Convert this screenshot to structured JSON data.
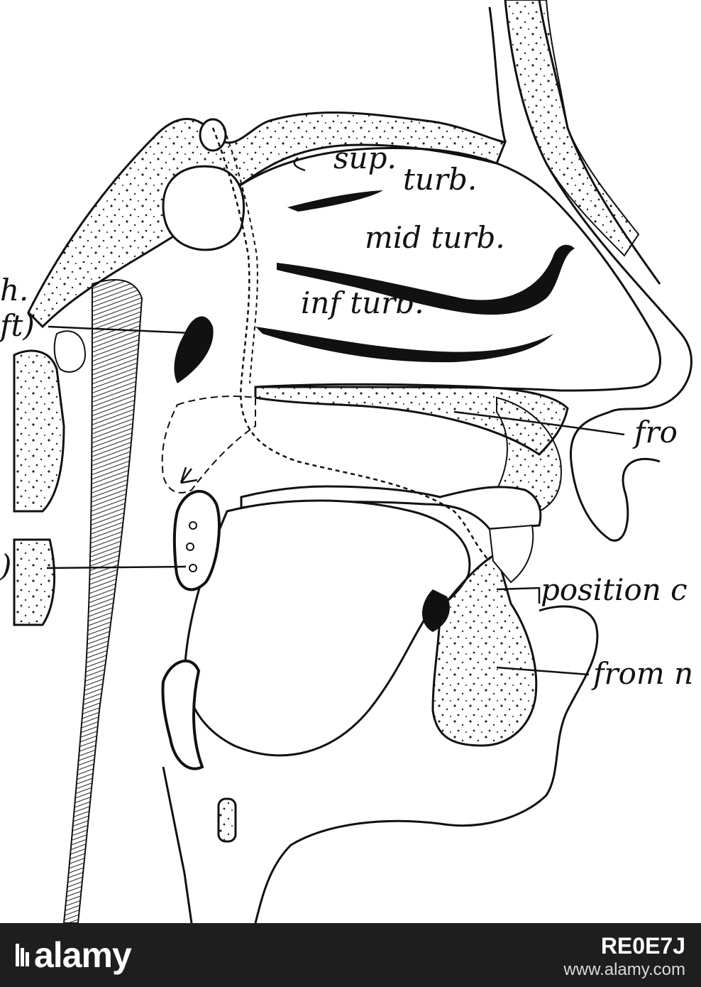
{
  "diagram": {
    "labels": {
      "sup": "sup.",
      "turb_sup": "turb.",
      "mid_turb": "mid turb.",
      "inf_turb": "inf turb.",
      "ph_fragment": "h.",
      "ft_fragment": "ft)",
      "paren_fragment": ")",
      "fro_fragment": "fro",
      "position_fragment": "position c",
      "from_m_fragment": "from n"
    }
  },
  "footer": {
    "logo": "alamy",
    "image_id": "RE0E7J",
    "url": "www.alamy.com"
  },
  "colors": {
    "ink": "#111111",
    "footer_bg": "#1e1e1e",
    "footer_text": "#ffffff"
  }
}
